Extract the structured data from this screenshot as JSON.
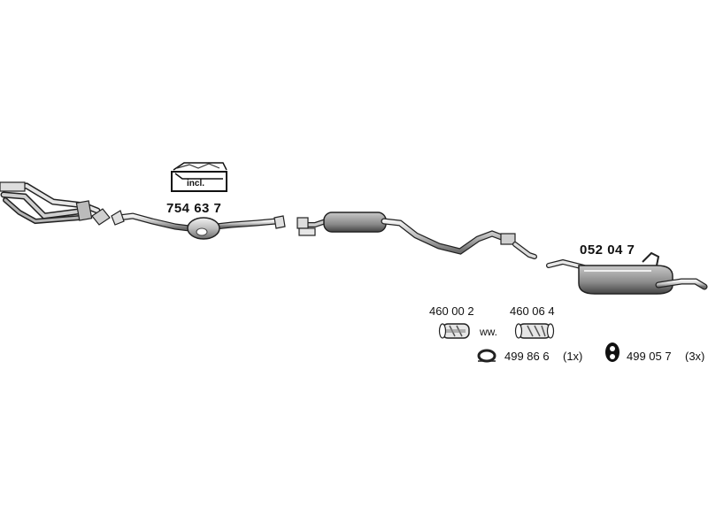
{
  "parts": {
    "catalytic_converter": {
      "number": "754 63 7",
      "kit_label": "incl."
    },
    "rear_silencer": {
      "number": "052 04 7"
    },
    "clamp_a": {
      "number": "460 00 2"
    },
    "clamp_b": {
      "number": "460 06 4"
    },
    "alternative_note": "ww.",
    "ring_seal": {
      "number": "499 86 6",
      "qty": "(1x)"
    },
    "rubber_mount": {
      "number": "499 05 7",
      "qty": "(3x)"
    }
  },
  "colors": {
    "line": "#222222",
    "fill_light": "#d9d9d9",
    "fill_mid": "#9a9a9a",
    "fill_dark": "#555555"
  },
  "icons": [
    "exhaust-manifold-icon",
    "catalytic-converter-icon",
    "mounting-kit-icon",
    "middle-silencer-icon",
    "rear-silencer-icon",
    "pipe-clamp-icon",
    "ring-seal-icon",
    "rubber-mount-icon"
  ]
}
